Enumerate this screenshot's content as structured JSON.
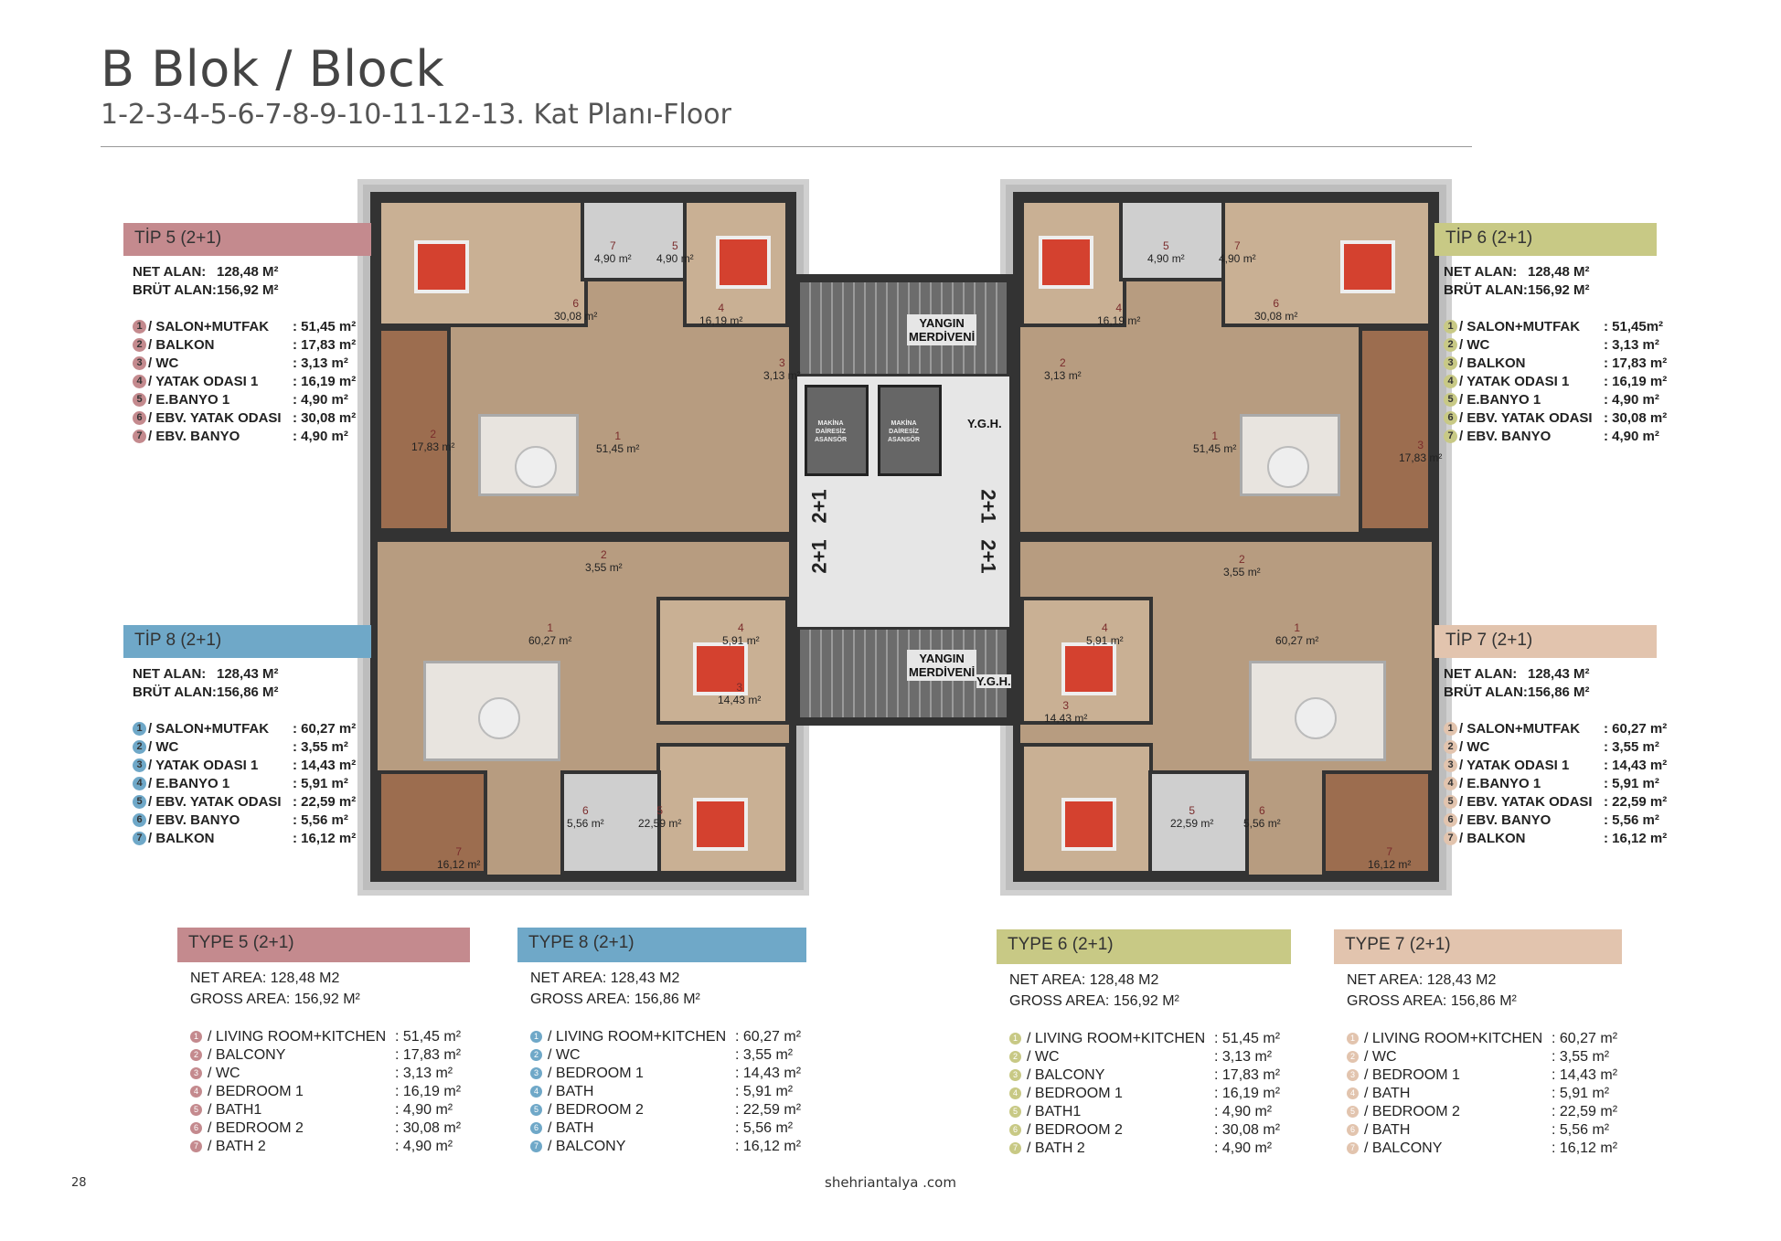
{
  "header": {
    "title": "B Blok / Block",
    "subtitle": "1-2-3-4-5-6-7-8-9-10-11-12-13. Kat Planı-Floor"
  },
  "colors": {
    "type5": "#c48a8e",
    "type8": "#6fa8c8",
    "type6": "#c8c985",
    "type7": "#e2c4ae"
  },
  "tr_cards": [
    {
      "title": "TİP 5 (2+1)",
      "net_label": "NET ALAN:",
      "net": "128,48 M²",
      "gross_label": "BRÜT ALAN:",
      "gross": "156,92 M²",
      "rooms": [
        {
          "n": "1",
          "label": "/ SALON+MUTFAK",
          "area": ": 51,45 m²"
        },
        {
          "n": "2",
          "label": "/ BALKON",
          "area": ": 17,83 m²"
        },
        {
          "n": "3",
          "label": "/ WC",
          "area": ": 3,13 m²"
        },
        {
          "n": "4",
          "label": "/ YATAK ODASI 1",
          "area": ": 16,19 m²"
        },
        {
          "n": "5",
          "label": "/ E.BANYO 1",
          "area": ": 4,90 m²"
        },
        {
          "n": "6",
          "label": "/ EBV. YATAK ODASI",
          "area": ": 30,08 m²"
        },
        {
          "n": "7",
          "label": "/ EBV. BANYO",
          "area": ": 4,90 m²"
        }
      ]
    },
    {
      "title": "TİP 8 (2+1)",
      "net_label": "NET ALAN:",
      "net": "128,43 M²",
      "gross_label": "BRÜT ALAN:",
      "gross": "156,86 M²",
      "rooms": [
        {
          "n": "1",
          "label": "/ SALON+MUTFAK",
          "area": ": 60,27 m²"
        },
        {
          "n": "2",
          "label": "/ WC",
          "area": ": 3,55 m²"
        },
        {
          "n": "3",
          "label": "/ YATAK ODASI 1",
          "area": ": 14,43 m²"
        },
        {
          "n": "4",
          "label": "/ E.BANYO 1",
          "area": ": 5,91 m²"
        },
        {
          "n": "5",
          "label": "/ EBV. YATAK ODASI",
          "area": ": 22,59 m²"
        },
        {
          "n": "6",
          "label": "/ EBV. BANYO",
          "area": ": 5,56 m²"
        },
        {
          "n": "7",
          "label": "/ BALKON",
          "area": ": 16,12 m²"
        }
      ]
    },
    {
      "title": "TİP 6 (2+1)",
      "net_label": "NET ALAN:",
      "net": "128,48 M²",
      "gross_label": "BRÜT ALAN:",
      "gross": "156,92 M²",
      "rooms": [
        {
          "n": "1",
          "label": "/ SALON+MUTFAK",
          "area": ": 51,45m²"
        },
        {
          "n": "2",
          "label": "/ WC",
          "area": ": 3,13 m²"
        },
        {
          "n": "3",
          "label": "/ BALKON",
          "area": ": 17,83 m²"
        },
        {
          "n": "4",
          "label": "/ YATAK ODASI 1",
          "area": ": 16,19 m²"
        },
        {
          "n": "5",
          "label": "/ E.BANYO 1",
          "area": ": 4,90 m²"
        },
        {
          "n": "6",
          "label": "/ EBV. YATAK ODASI",
          "area": ": 30,08 m²"
        },
        {
          "n": "7",
          "label": "/ EBV. BANYO",
          "area": ": 4,90 m²"
        }
      ]
    },
    {
      "title": "TİP 7 (2+1)",
      "net_label": "NET ALAN:",
      "net": "128,43 M²",
      "gross_label": "BRÜT ALAN:",
      "gross": "156,86 M²",
      "rooms": [
        {
          "n": "1",
          "label": "/ SALON+MUTFAK",
          "area": ": 60,27 m²"
        },
        {
          "n": "2",
          "label": "/ WC",
          "area": ": 3,55 m²"
        },
        {
          "n": "3",
          "label": "/ YATAK ODASI 1",
          "area": ": 14,43 m²"
        },
        {
          "n": "4",
          "label": "/ E.BANYO 1",
          "area": ": 5,91 m²"
        },
        {
          "n": "5",
          "label": "/ EBV. YATAK ODASI",
          "area": ": 22,59 m²"
        },
        {
          "n": "6",
          "label": "/ EBV. BANYO",
          "area": ": 5,56 m²"
        },
        {
          "n": "7",
          "label": "/ BALKON",
          "area": ": 16,12 m²"
        }
      ]
    }
  ],
  "en_cards": [
    {
      "title": "TYPE 5 (2+1)",
      "net": "NET AREA: 128,48 M2",
      "gross": "GROSS AREA: 156,92 M²",
      "rooms": [
        {
          "n": "1",
          "label": "/ LIVING ROOM+KITCHEN",
          "area": ": 51,45 m²"
        },
        {
          "n": "2",
          "label": "/ BALCONY",
          "area": ": 17,83 m²"
        },
        {
          "n": "3",
          "label": "/ WC",
          "area": ": 3,13 m²"
        },
        {
          "n": "4",
          "label": "/ BEDROOM 1",
          "area": ": 16,19 m²"
        },
        {
          "n": "5",
          "label": "/ BATH1",
          "area": ": 4,90 m²"
        },
        {
          "n": "6",
          "label": "/ BEDROOM 2",
          "area": ": 30,08 m²"
        },
        {
          "n": "7",
          "label": "/ BATH 2",
          "area": ": 4,90 m²"
        }
      ]
    },
    {
      "title": "TYPE 8 (2+1)",
      "net": "NET AREA: 128,43 M2",
      "gross": "GROSS AREA: 156,86 M²",
      "rooms": [
        {
          "n": "1",
          "label": "/ LIVING ROOM+KITCHEN",
          "area": ": 60,27 m²"
        },
        {
          "n": "2",
          "label": "/ WC",
          "area": ": 3,55 m²"
        },
        {
          "n": "3",
          "label": "/ BEDROOM 1",
          "area": ": 14,43 m²"
        },
        {
          "n": "4",
          "label": "/ BATH",
          "area": ": 5,91 m²"
        },
        {
          "n": "5",
          "label": "/ BEDROOM 2",
          "area": ": 22,59 m²"
        },
        {
          "n": "6",
          "label": "/ BATH",
          "area": ": 5,56 m²"
        },
        {
          "n": "7",
          "label": "/ BALCONY",
          "area": ": 16,12 m²"
        }
      ]
    },
    {
      "title": "TYPE 6 (2+1)",
      "net": "NET AREA: 128,48 M2",
      "gross": "GROSS AREA: 156,92 M²",
      "rooms": [
        {
          "n": "1",
          "label": "/ LIVING ROOM+KITCHEN",
          "area": ": 51,45 m²"
        },
        {
          "n": "2",
          "label": "/ WC",
          "area": ": 3,13 m²"
        },
        {
          "n": "3",
          "label": "/ BALCONY",
          "area": ": 17,83 m²"
        },
        {
          "n": "4",
          "label": "/ BEDROOM 1",
          "area": ": 16,19 m²"
        },
        {
          "n": "5",
          "label": "/ BATH1",
          "area": ": 4,90 m²"
        },
        {
          "n": "6",
          "label": "/ BEDROOM 2",
          "area": ": 30,08 m²"
        },
        {
          "n": "7",
          "label": "/ BATH 2",
          "area": ": 4,90 m²"
        }
      ]
    },
    {
      "title": "TYPE 7 (2+1)",
      "net": "NET AREA: 128,43 M2",
      "gross": "GROSS AREA: 156,86 M²",
      "rooms": [
        {
          "n": "1",
          "label": "/ LIVING ROOM+KITCHEN",
          "area": ": 60,27 m²"
        },
        {
          "n": "2",
          "label": "/ WC",
          "area": ": 3,55 m²"
        },
        {
          "n": "3",
          "label": "/ BEDROOM 1",
          "area": ": 14,43 m²"
        },
        {
          "n": "4",
          "label": "/ BATH",
          "area": ": 5,91 m²"
        },
        {
          "n": "5",
          "label": "/ BEDROOM 2",
          "area": ": 22,59 m²"
        },
        {
          "n": "6",
          "label": "/ BATH",
          "area": ": 5,56 m²"
        },
        {
          "n": "7",
          "label": "/ BALCONY",
          "area": ": 16,12 m²"
        }
      ]
    }
  ],
  "plan": {
    "core": {
      "stairs": "YANGIN\nMERDİVENİ",
      "ygh": "Y.G.H.",
      "unit": "2+1",
      "elevator": "MAKİNA\nDAİRESİZ\nASANSÖR"
    },
    "labels": {
      "t5": [
        {
          "n": "6",
          "a": "30,08 m²"
        },
        {
          "n": "7",
          "a": "4,90 m²"
        },
        {
          "n": "5",
          "a": "4,90 m²"
        },
        {
          "n": "4",
          "a": "16,19 m²"
        },
        {
          "n": "3",
          "a": "3,13 m²"
        },
        {
          "n": "1",
          "a": "51,45 m²"
        },
        {
          "n": "2",
          "a": "17,83 m²"
        }
      ],
      "t8": [
        {
          "n": "2",
          "a": "3,55 m²"
        },
        {
          "n": "1",
          "a": "60,27 m²"
        },
        {
          "n": "4",
          "a": "5,91 m²"
        },
        {
          "n": "3",
          "a": "14,43 m²"
        },
        {
          "n": "6",
          "a": "5,56 m²"
        },
        {
          "n": "5",
          "a": "22,59 m²"
        },
        {
          "n": "7",
          "a": "16,12 m²"
        }
      ],
      "t6": [
        {
          "n": "5",
          "a": "4,90 m²"
        },
        {
          "n": "7",
          "a": "4,90 m²"
        },
        {
          "n": "4",
          "a": "16,19 m²"
        },
        {
          "n": "6",
          "a": "30,08 m²"
        },
        {
          "n": "2",
          "a": "3,13 m²"
        },
        {
          "n": "1",
          "a": "51,45 m²"
        },
        {
          "n": "3",
          "a": "17,83 m²"
        }
      ],
      "t7": [
        {
          "n": "2",
          "a": "3,55 m²"
        },
        {
          "n": "1",
          "a": "60,27 m²"
        },
        {
          "n": "4",
          "a": "5,91 m²"
        },
        {
          "n": "3",
          "a": "14,43 m²"
        },
        {
          "n": "5",
          "a": "22,59 m²"
        },
        {
          "n": "6",
          "a": "5,56 m²"
        },
        {
          "n": "7",
          "a": "16,12 m²"
        }
      ]
    }
  },
  "footer": {
    "page": "28",
    "site": "shehriantalya .com"
  }
}
